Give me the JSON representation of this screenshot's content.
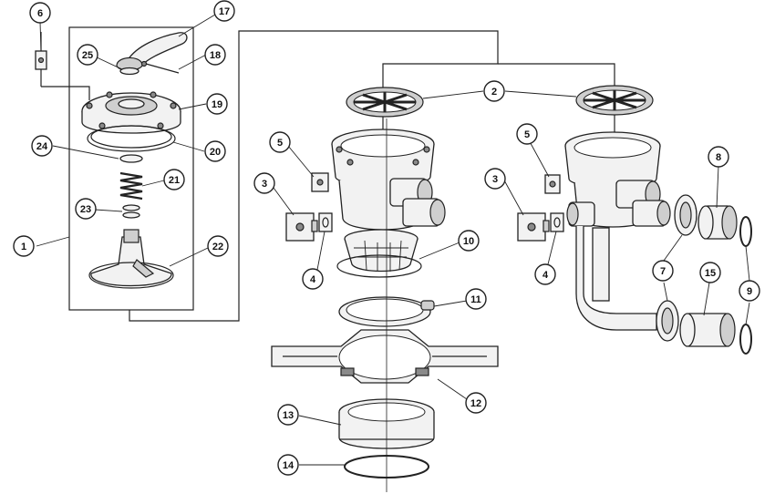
{
  "callouts": [
    {
      "id": "c1",
      "label": "1"
    },
    {
      "id": "c2",
      "label": "2"
    },
    {
      "id": "c3a",
      "label": "3"
    },
    {
      "id": "c3b",
      "label": "3"
    },
    {
      "id": "c4a",
      "label": "4"
    },
    {
      "id": "c4b",
      "label": "4"
    },
    {
      "id": "c5a",
      "label": "5"
    },
    {
      "id": "c5b",
      "label": "5"
    },
    {
      "id": "c6",
      "label": "6"
    },
    {
      "id": "c7",
      "label": "7"
    },
    {
      "id": "c8",
      "label": "8"
    },
    {
      "id": "c9",
      "label": "9"
    },
    {
      "id": "c10",
      "label": "10"
    },
    {
      "id": "c11",
      "label": "11"
    },
    {
      "id": "c12",
      "label": "12"
    },
    {
      "id": "c13",
      "label": "13"
    },
    {
      "id": "c14",
      "label": "14"
    },
    {
      "id": "c15",
      "label": "15"
    },
    {
      "id": "c17",
      "label": "17"
    },
    {
      "id": "c18",
      "label": "18"
    },
    {
      "id": "c19",
      "label": "19"
    },
    {
      "id": "c20",
      "label": "20"
    },
    {
      "id": "c21",
      "label": "21"
    },
    {
      "id": "c22",
      "label": "22"
    },
    {
      "id": "c23",
      "label": "23"
    },
    {
      "id": "c24",
      "label": "24"
    },
    {
      "id": "c25",
      "label": "25"
    }
  ]
}
